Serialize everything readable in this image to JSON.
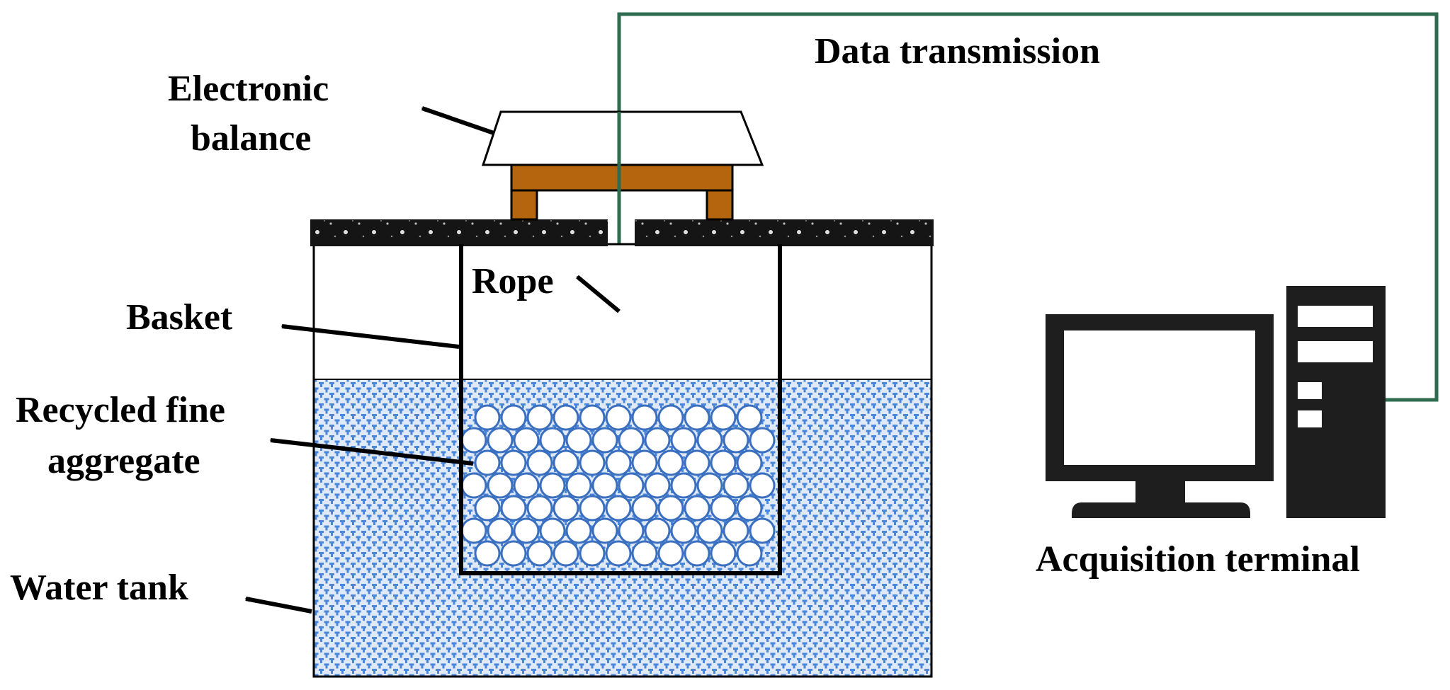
{
  "labels": {
    "data_transmission": "Data transmission",
    "electronic_balance_line1": "Electronic",
    "electronic_balance_line2": "balance",
    "rope": "Rope",
    "basket": "Basket",
    "recycled_line1": "Recycled fine",
    "recycled_line2": "aggregate",
    "water_tank": "Water tank",
    "acquisition_terminal": "Acquisition terminal"
  },
  "colors": {
    "cable": "#2e6b4f",
    "water_base": "#dfe9f8",
    "water_pattern": "#4a86d9",
    "bench_wood": "#b5650e",
    "tank_lid": "#151515",
    "particle_fill": "#ffffff",
    "particle_edge": "#3a6fc0",
    "computer": "#1e1e1e",
    "line": "#000000"
  },
  "icons": {
    "computer": "desktop-computer-icon",
    "arrows": "arrow-left-icon"
  }
}
